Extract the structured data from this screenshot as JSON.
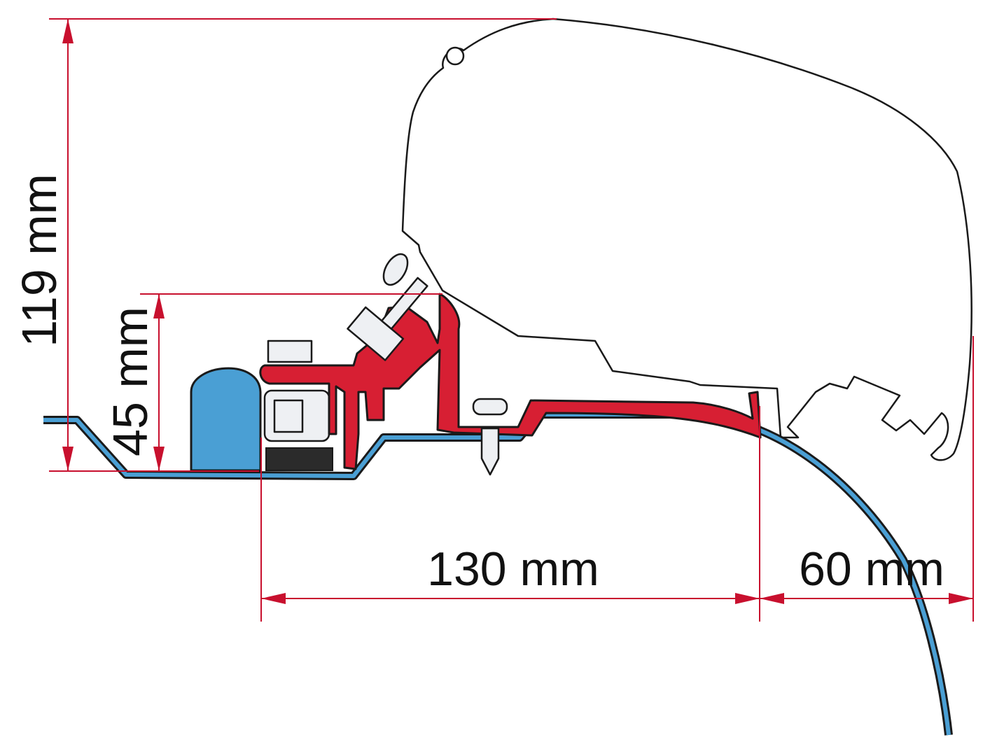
{
  "dimensions": {
    "total_height": "119 mm",
    "bracket_height": "45 mm",
    "bracket_width": "130 mm",
    "overhang": "60 mm"
  },
  "colors": {
    "dimension": "#c8102e",
    "bracket": "#d71f33",
    "roof": "#4a9fd4",
    "hardware": "#eef0f3"
  }
}
